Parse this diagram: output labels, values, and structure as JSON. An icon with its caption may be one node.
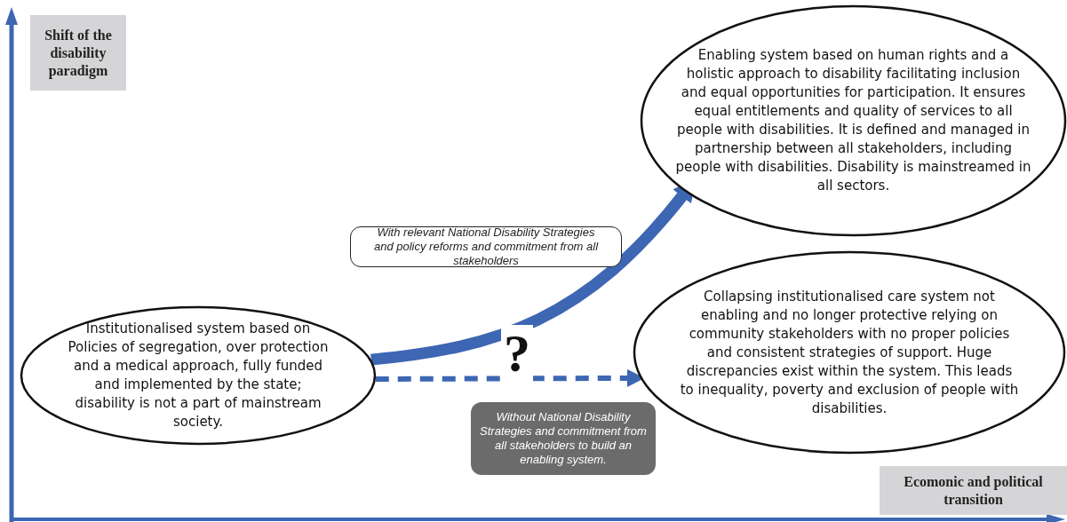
{
  "diagram": {
    "nodes": [
      {
        "text": [
          "Shift of the disability paradigm"
        ]
      },
      {
        "text": [
          "Enabling system based on human rights and a holistic approach to disability facilitating inclusion and equal opportunities for participation. It ensures equal entitlements and quality of services to all people with disabilities. It is defined and managed in partnership between all stakeholders, including people with disabilities. Disability is mainstreamed in all sectors."
        ]
      },
      {
        "text": [
          "With relevant National Disability Strategies and policy reforms and commitment from all  stakeholders"
        ]
      },
      {
        "text": [
          "Institutionalised system based on Policies of segregation, over protection and a medical approach, fully funded and implemented by the state; disability is not a part of mainstream society."
        ]
      },
      {
        "text": [
          "Collapsing institutionalised care system not enabling and no longer protective relying on community stakeholders with no proper policies and consistent strategies of support. Huge discrepancies exist within the system. This leads to inequality, poverty and exclusion of people with disabilities."
        ]
      },
      {
        "text": [
          "Without National Disability Strategies and commitment from all stakeholders to build an enabling system."
        ]
      },
      {
        "text": [
          "Ecomonic and political transition"
        ]
      }
    ],
    "edges": [
      {
        "from": 3,
        "to": 1,
        "arrow": "to",
        "style": "thick"
      },
      {
        "from": 3,
        "to": 4,
        "arrow": "to",
        "style": "dashed"
      }
    ],
    "labels": [
      "?"
    ]
  }
}
